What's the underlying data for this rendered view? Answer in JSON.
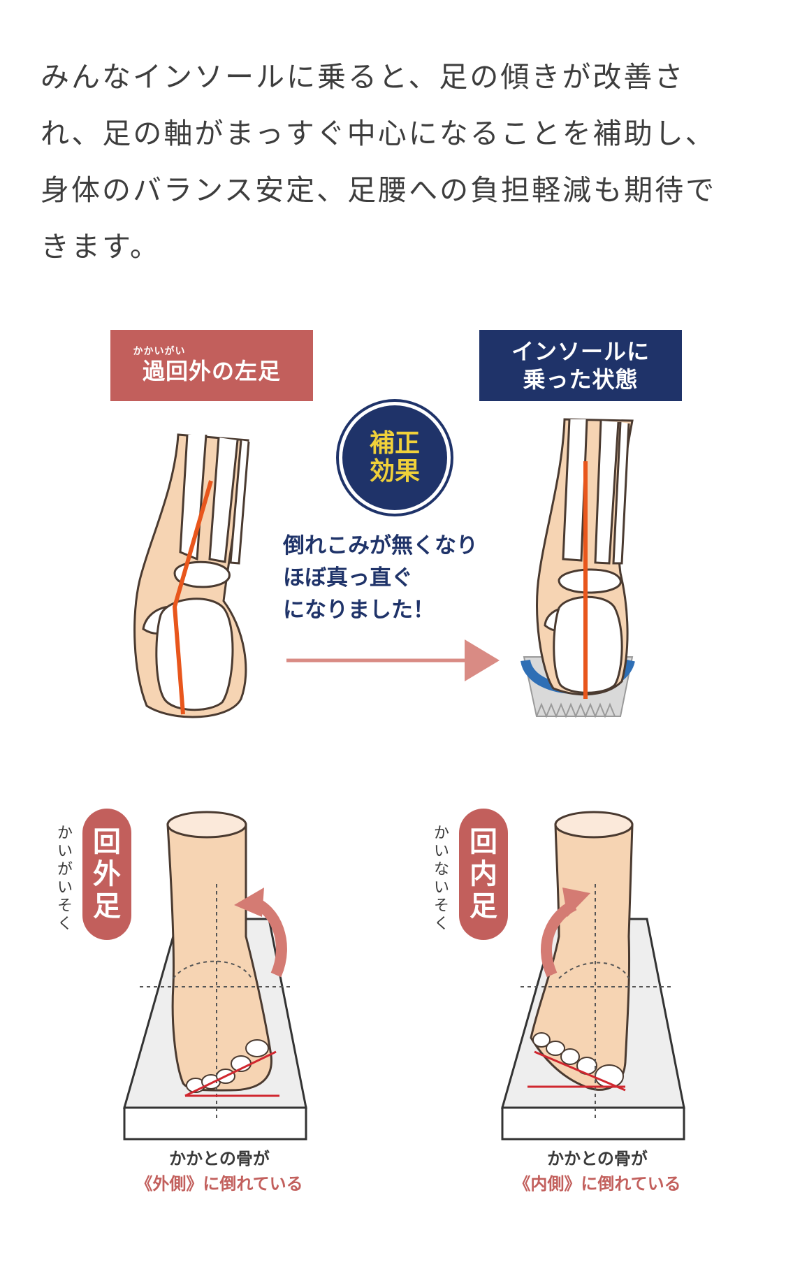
{
  "intro": {
    "lines": [
      "みんなインソールに乗ると、足の傾きが改善さ",
      "れ、足の軸がまっすぐ中心になることを補助し、",
      "身体のバランス安定、足腰への負担軽減も期待で",
      "きます。"
    ]
  },
  "top_left_label": {
    "ruby": "かかいがい",
    "title": "過回外の左足"
  },
  "top_right_label": {
    "line1": "インソールに",
    "line2": "乗った状態"
  },
  "badge": {
    "line1": "補正",
    "line2": "効果"
  },
  "effect_text": {
    "line1": "倒れこみが無くなり",
    "line2": "ほぼ真っ直ぐ",
    "line3": "になりました！"
  },
  "supination": {
    "label": [
      "回",
      "外",
      "足"
    ],
    "furigana": [
      "か",
      "い",
      "が",
      "い",
      "そ",
      "く"
    ],
    "caption_line1": "かかとの骨が",
    "caption_line2": "《外側》に倒れている"
  },
  "pronation": {
    "label": [
      "回",
      "内",
      "足"
    ],
    "furigana": [
      "か",
      "い",
      "な",
      "い",
      "そ",
      "く"
    ],
    "caption_line1": "かかとの骨が",
    "caption_line2": "《内側》に倒れている"
  },
  "colors": {
    "red_label": "#c25f5c",
    "navy": "#1f3369",
    "badge_text": "#f0d13a",
    "axis_line": "#e8561c",
    "skin": "#f6d4b3",
    "insole_blue": "#2f6fb5",
    "arrow": "#d98b84"
  }
}
